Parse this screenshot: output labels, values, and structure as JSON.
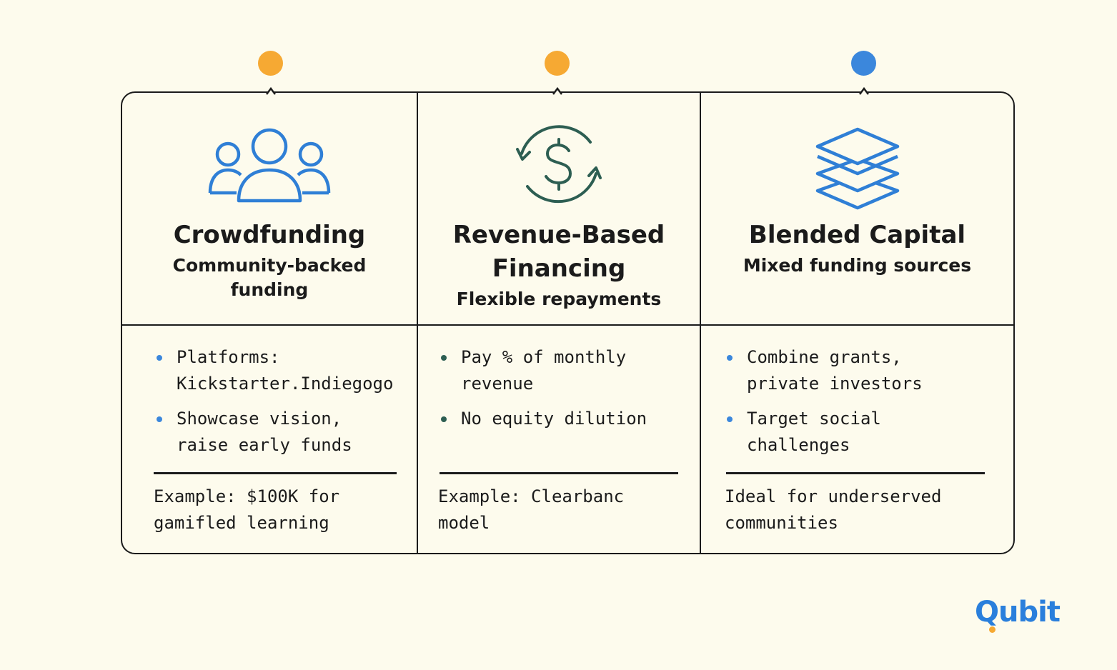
{
  "colors": {
    "background": "#fdfbed",
    "orange": "#f6a933",
    "blue": "#3b87dc",
    "green": "#2d5e52",
    "icon_blue": "#2f7fd6",
    "logo_blue": "#2a7fdc"
  },
  "columns": [
    {
      "icon": "people-group-icon",
      "dot_color": "#f6a933",
      "title": "Crowdfunding",
      "subtitle": "Community-backed funding",
      "bullets": [
        "Platforms: Kickstarter.Indiegogo",
        "Showcase vision, raise early funds"
      ],
      "note": "Example: $100K for gamifled learning"
    },
    {
      "icon": "dollar-cycle-icon",
      "dot_color": "#f6a933",
      "title": "Revenue-Based Financing",
      "subtitle": "Flexible repayments",
      "bullets": [
        "Pay % of monthly revenue",
        "No equity dilution"
      ],
      "note": "Example: Clearbanc model"
    },
    {
      "icon": "stacked-layers-icon",
      "dot_color": "#3b87dc",
      "title": "Blended Capital",
      "subtitle": "Mixed funding sources",
      "bullets": [
        "Combine grants, private investors",
        "Target social challenges"
      ],
      "note": "Ideal for underserved communities"
    }
  ],
  "logo": {
    "text": "Qubit"
  }
}
